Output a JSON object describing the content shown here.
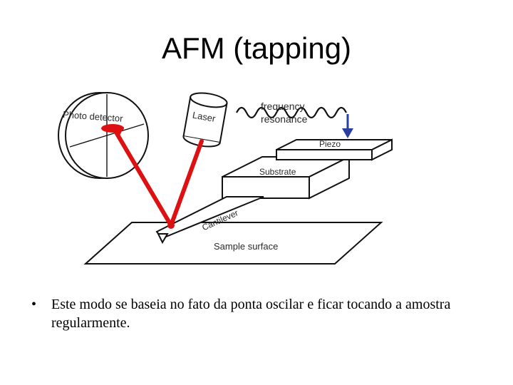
{
  "slide": {
    "title": "AFM (tapping)",
    "diagram": {
      "labels": {
        "photo_detector": "Photo detector",
        "laser": "Laser",
        "frequency": "frequency",
        "resonance": "resonance",
        "piezo": "Piezo",
        "substrate": "Substrate",
        "cantilever": "Cantilever",
        "sample_surface": "Sample surface"
      },
      "colors": {
        "laser_beam": "#dd1111",
        "outline": "#111111",
        "arrow": "#2b3f9e",
        "label_text": "#2a2a2a"
      }
    },
    "bullets": [
      {
        "marker": "•",
        "text": "Este modo se baseia no fato da ponta oscilar e ficar tocando a amostra regularmente."
      }
    ]
  }
}
